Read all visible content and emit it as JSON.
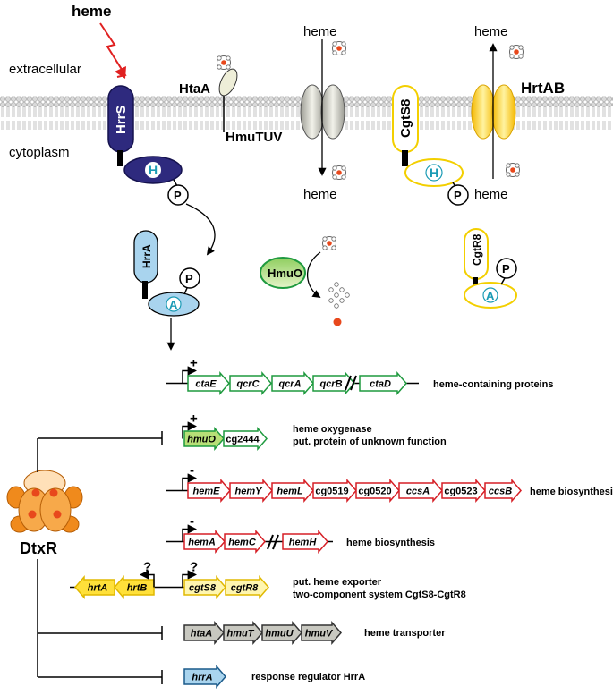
{
  "membrane": {
    "heme_signal": "heme",
    "extracellular": "extracellular",
    "cytoplasm": "cytoplasm",
    "htaA": "HtaA",
    "hmuTUV": "HmuTUV",
    "hrtAB": "HrtAB",
    "hrrS": "HrrS",
    "cgtS8": "CgtS8",
    "heme_in": "heme",
    "heme_out": "heme",
    "heme_export_top": "heme",
    "heme_export_bottom": "heme",
    "h_domain": "H",
    "h_domain2": "H",
    "p_label": "P",
    "p_label2": "P"
  },
  "regulators": {
    "hrrA": "HrrA",
    "cgtR8": "CgtR8",
    "a_domain": "A",
    "a_domain2": "A",
    "p_label": "P",
    "p_label2": "P",
    "hmuO": "HmuO"
  },
  "dtxr": "DtxR",
  "operons": [
    {
      "sign": "+",
      "genes": [
        "ctaE",
        "qcrC",
        "qcrA",
        "qcrB",
        "ctaD"
      ],
      "label": "heme-containing proteins"
    },
    {
      "sign": "+",
      "genes": [
        "hmuO",
        "cg2444"
      ],
      "label1": "heme oxygenase",
      "label2": "put. protein of unknown function"
    },
    {
      "sign": "-",
      "genes": [
        "hemE",
        "hemY",
        "hemL",
        "cg0519",
        "cg0520",
        "ccsA",
        "cg0523",
        "ccsB"
      ],
      "label": "heme biosynthesis"
    },
    {
      "sign": "-",
      "genes": [
        "hemA",
        "hemC",
        "hemH"
      ],
      "label": "heme biosynthesis"
    },
    {
      "sign_left": "?",
      "sign_right": "?",
      "genes_left": [
        "hrtA",
        "hrtB"
      ],
      "genes_right": [
        "cgtS8",
        "cgtR8"
      ],
      "label1": "put. heme exporter",
      "label2": "two-component system CgtS8-CgtR8"
    },
    {
      "genes": [
        "htaA",
        "hmuT",
        "hmuU",
        "hmuV"
      ],
      "label": "heme transporter"
    },
    {
      "genes": [
        "hrrA"
      ],
      "label": "response regulator HrrA"
    }
  ],
  "colors": {
    "navy": "#2e2a7e",
    "lightblue": "#a9d4ee",
    "yellow": "#ffe03a",
    "green": "#1f9a3f",
    "red": "#d61f26",
    "gray": "#c8c8c0",
    "orange": "#f08a1c",
    "teal": "#1b9bb5"
  }
}
